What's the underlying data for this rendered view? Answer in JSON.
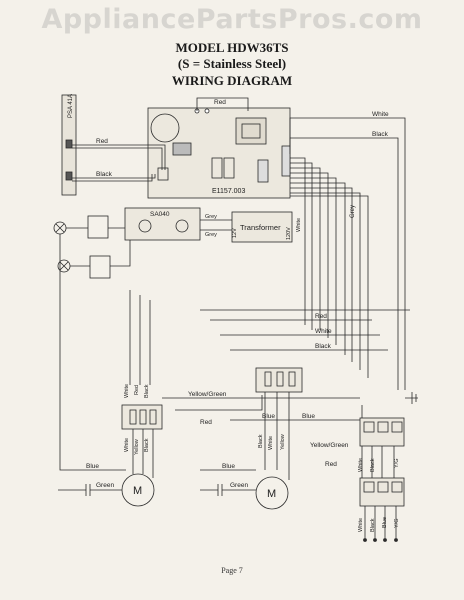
{
  "watermark": "AppliancePartsPros.com",
  "header": {
    "model": "MODEL HDW36TS",
    "variant": "(S = Stainless Steel)",
    "diagram_title": "WIRING DIAGRAM"
  },
  "components": {
    "psa": "PSA 41A",
    "board": "E1157.003",
    "switch": "SA040",
    "transformer": "Transformer",
    "v12": "12V",
    "v120": "120V",
    "motor": "M"
  },
  "wire_labels": {
    "red": "Red",
    "white": "White",
    "black": "Black",
    "grey": "Grey",
    "blue": "Blue",
    "green": "Green",
    "yellow": "Yellow",
    "yellow_green": "Yellow/Green",
    "yg": "Y/G"
  },
  "footer": {
    "page": "Page 7"
  },
  "colors": {
    "line": "#2a2a2a",
    "paper": "#f4f1ea"
  }
}
